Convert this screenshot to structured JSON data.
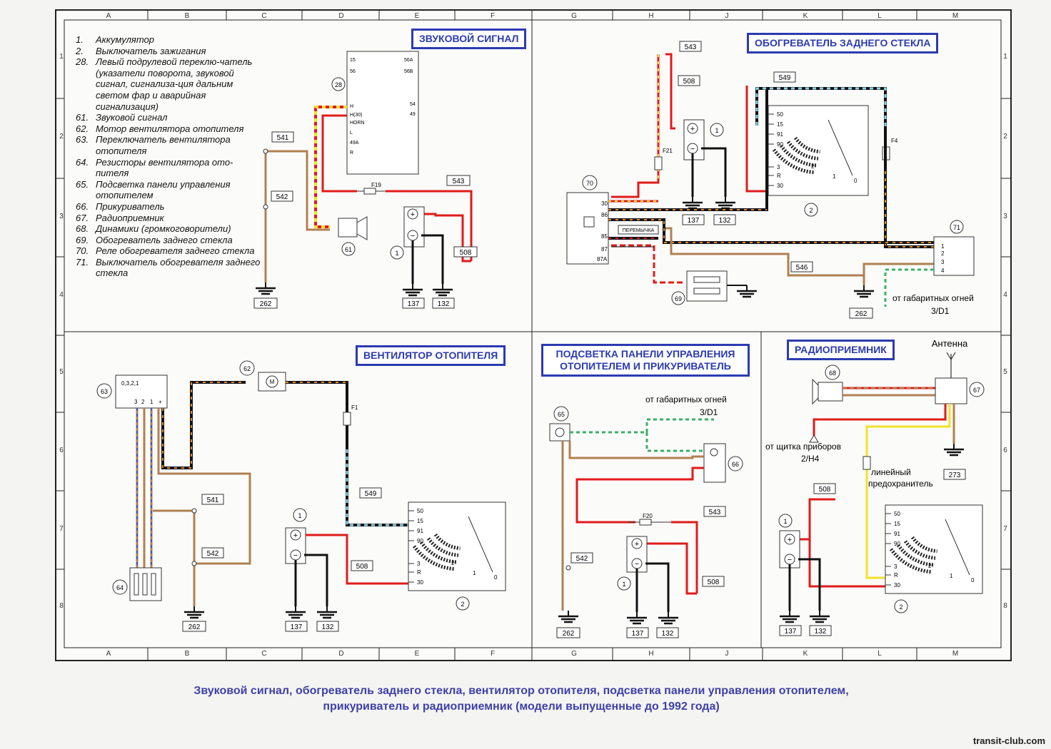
{
  "grid": {
    "columns": [
      "A",
      "B",
      "C",
      "D",
      "E",
      "F",
      "G",
      "H",
      "J",
      "K",
      "L",
      "M"
    ],
    "rows": [
      "1",
      "2",
      "3",
      "4",
      "5",
      "6",
      "7",
      "8"
    ]
  },
  "legend": [
    {
      "num": "1.",
      "text": "Аккумулятор"
    },
    {
      "num": "2.",
      "text": "Выключатель зажигания"
    },
    {
      "num": "28.",
      "text": "Левый подрулевой переклю-чатель (указатели поворота, звуковой сигнал, сигнализа-ция дальним светом фар и аварийная сигнализация)"
    },
    {
      "num": "61.",
      "text": "Звуковой сигнал"
    },
    {
      "num": "62.",
      "text": "Мотор вентилятора отопителя"
    },
    {
      "num": "63.",
      "text": "Переключатель вентилятора отопителя"
    },
    {
      "num": "64.",
      "text": "Резисторы вентилятора ото-пителя"
    },
    {
      "num": "65.",
      "text": "Подсветка панели управления отопителем"
    },
    {
      "num": "66.",
      "text": "Прикуриватель"
    },
    {
      "num": "67.",
      "text": "Радиоприемник"
    },
    {
      "num": "68.",
      "text": "Динамики (громкоговорители)"
    },
    {
      "num": "69.",
      "text": "Обогреватель заднего стекла"
    },
    {
      "num": "70.",
      "text": "Реле обогревателя заднего стекла"
    },
    {
      "num": "71.",
      "text": "Выключатель обогревателя заднего стекла"
    }
  ],
  "sections": {
    "horn": "ЗВУКОВОЙ СИГНАЛ",
    "rear_heater": "ОБОГРЕВАТЕЛЬ ЗАДНЕГО СТЕКЛА",
    "fan": "ВЕНТИЛЯТОР ОТОПИТЕЛЯ",
    "illum": "ПОДСВЕТКА ПАНЕЛИ УПРАВЛЕНИЯ ОТОПИТЕЛЕМ И ПРИКУРИВАТЕЛЬ",
    "radio": "РАДИОПРИЕМНИК"
  },
  "labels": {
    "from_marker_lights": "от габаритных огней",
    "ref_3d1": "3/D1",
    "from_instruments": "от щитка приборов",
    "ref_2h4": "2/H4",
    "inline_fuse_1": "линейный",
    "inline_fuse_2": "предохранитель",
    "antenna": "Антенна",
    "jumper": "ПЕРЕМЫЧКА",
    "f1": "F1",
    "f4": "F4",
    "f19": "F19",
    "f20": "F20",
    "f21": "F21"
  },
  "wires": {
    "w541": "541",
    "w542": "542",
    "w543": "543",
    "w508": "508",
    "w137": "137",
    "w132": "132",
    "w262": "262",
    "w549": "549",
    "w546": "546",
    "w273": "273"
  },
  "components": {
    "c1": "1",
    "c2": "2",
    "c28": "28",
    "c61": "61",
    "c62": "62",
    "c63": "63",
    "c64": "64",
    "c65": "65",
    "c66": "66",
    "c67": "67",
    "c68": "68",
    "c69": "69",
    "c70": "70",
    "c71": "71"
  },
  "pins": {
    "ign": [
      "50",
      "15",
      "91",
      "90",
      "3",
      "R",
      "30"
    ],
    "sw28_top": [
      "15",
      "56",
      "56A",
      "56B"
    ],
    "sw28_mid": [
      "H",
      "H(30)",
      "HORN",
      "L",
      "49A",
      "R",
      "54",
      "49"
    ],
    "relay70": [
      "30",
      "86",
      "85",
      "87",
      "87A"
    ],
    "sw71": [
      "1",
      "2",
      "3",
      "4"
    ],
    "sw63_top": "0,3,2,1",
    "sw63_bottom": [
      "3",
      "2",
      "1",
      "+"
    ]
  },
  "colors": {
    "red": "#e11b1b",
    "brown": "#b08050",
    "black": "#111111",
    "yellow": "#f2e22a",
    "green": "#3caf6a",
    "blue": "#3b56c6",
    "orange": "#e58a1f",
    "light_blue": "#8fd3e8",
    "title_blue": "#2b3bb0",
    "caption_blue": "#3f3fa8"
  },
  "caption_line1": "Звуковой сигнал, обогреватель заднего стекла, вентилятор отопителя, подсветка панели управления отопителем,",
  "caption_line2": "прикуриватель и радиоприемник (модели выпущенные до 1992 года)",
  "watermark": "transit-club.com"
}
